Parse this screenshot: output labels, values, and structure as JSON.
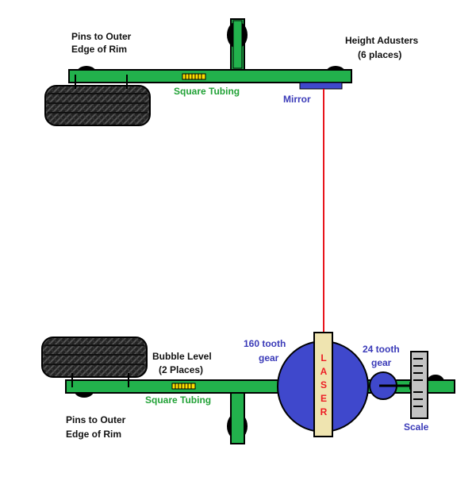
{
  "labels": {
    "pins_top_1": "Pins to Outer",
    "pins_top_2": "Edge of Rim",
    "height_adj_1": "Height Adusters",
    "height_adj_2": "(6 places)",
    "square_tubing_top": "Square Tubing",
    "mirror": "Mirror",
    "gear160_1": "160 tooth",
    "gear160_2": "gear",
    "gear24_1": "24 tooth",
    "gear24_2": "gear",
    "bubble_1": "Bubble Level",
    "bubble_2": "(2 Places)",
    "square_tubing_bottom": "Square Tubing",
    "laser_letters": [
      "L",
      "A",
      "S",
      "E",
      "R"
    ],
    "pins_bottom_1": "Pins to Outer",
    "pins_bottom_2": "Edge of Rim",
    "scale": "Scale"
  },
  "colors": {
    "frame_green": "#22b14c",
    "outline": "#000000",
    "gear_blue": "#3f48cc",
    "laser_body": "#efe4b0",
    "laser_text": "#ed1c24",
    "beam_red": "#e8141c",
    "level_yellow": "#ffe000",
    "tire": "#2a2a2a",
    "scale_gray": "#c3c3c3",
    "label_green": "#22a237",
    "label_blue": "#3a3ab8"
  }
}
